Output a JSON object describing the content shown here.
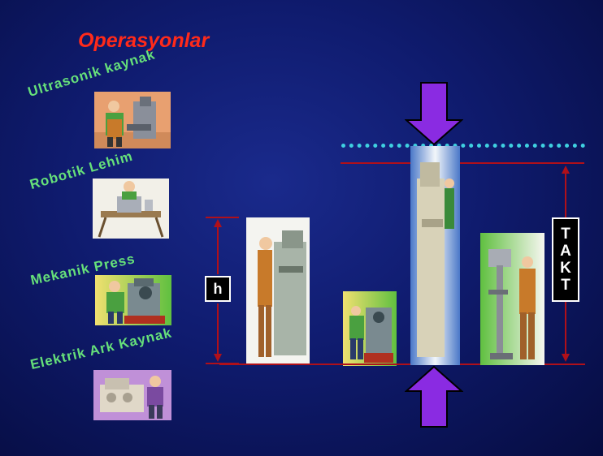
{
  "title": "Operasyonlar",
  "operations": [
    {
      "label": "Ultrasonik kaynak",
      "icon": "welder-drill-worker-icon"
    },
    {
      "label": "Robotik Lehim",
      "icon": "worker-table-icon"
    },
    {
      "label": "Mekanik Press",
      "icon": "press-worker-icon"
    },
    {
      "label": "Elektrik Ark Kaynak",
      "icon": "arc-welder-machine-icon"
    }
  ],
  "height_label": "h",
  "takt_label": [
    "T",
    "A",
    "K",
    "T"
  ],
  "colors": {
    "title": "#ff2a1a",
    "labels": "#66e07a",
    "takt_line": "#b0101a",
    "arrows": "#8a2be2",
    "dotted_line": "#3fd0e0"
  }
}
